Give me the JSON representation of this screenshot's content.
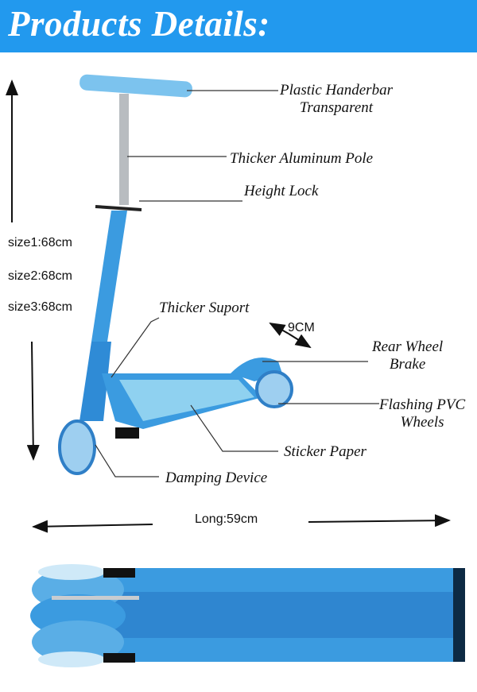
{
  "header": {
    "title": "Products Details:",
    "color": "#2299ee"
  },
  "callouts": {
    "handlebar": [
      "Plastic Handerbar",
      "Transparent"
    ],
    "pole": "Thicker Aluminum Pole",
    "height_lock": "Height Lock",
    "support": "Thicker Suport",
    "brake": [
      "Rear Wheel",
      "Brake"
    ],
    "wheels": [
      "Flashing PVC",
      "Wheels"
    ],
    "sticker": "Sticker Paper",
    "damping": "Damping Device"
  },
  "dimensions": {
    "sizes": [
      "size1:68cm",
      "size2:68cm",
      "size3:68cm"
    ],
    "width": "9CM",
    "length": "Long:59cm"
  },
  "colors": {
    "scooter": "#3b9be0",
    "scooter_dark": "#1f6fb5"
  }
}
